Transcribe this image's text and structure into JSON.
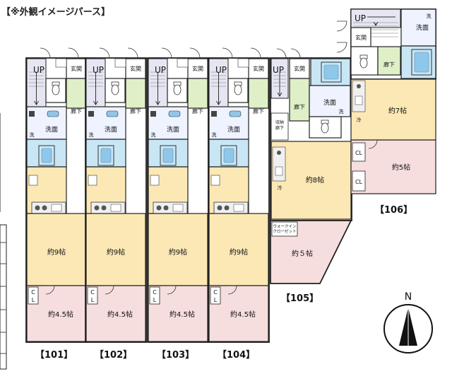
{
  "note": "【※外観イメージパース】",
  "labels": {
    "up": "UP",
    "entrance": "玄関",
    "hall": "廊下",
    "washroom": "洗面",
    "wash_short": "洗",
    "fridge": "冷",
    "closet": "CL",
    "storage": "収納\n廊下",
    "walkin": "ウォークイン\nクローゼット",
    "north": "N"
  },
  "units": [
    {
      "id": "101",
      "label": "【101】",
      "main_room": "約9帖",
      "sub_room": "約4.5帖"
    },
    {
      "id": "102",
      "label": "【102】",
      "main_room": "約9帖",
      "sub_room": "約4.5帖"
    },
    {
      "id": "103",
      "label": "【103】",
      "main_room": "約9帖",
      "sub_room": "約4.5帖"
    },
    {
      "id": "104",
      "label": "【104】",
      "main_room": "約9帖",
      "sub_room": "約4.5帖"
    },
    {
      "id": "105",
      "label": "【105】",
      "main_room": "約8帖",
      "sub_room": "約５帖"
    },
    {
      "id": "106",
      "label": "【106】",
      "main_room": "約7帖",
      "sub_room": "約5帖"
    }
  ],
  "colors": {
    "main_room": "#fbe8b4",
    "sub_room": "#f7dede",
    "bath": "#c9e6f5",
    "wet_floor": "#eef3ff",
    "hall": "#dff0c8",
    "stair": "#e6e6f3",
    "wall": "#222222"
  }
}
